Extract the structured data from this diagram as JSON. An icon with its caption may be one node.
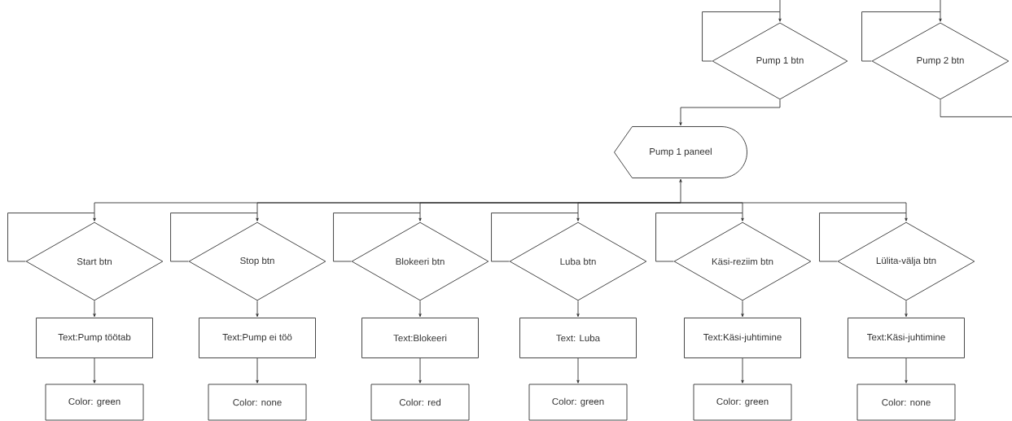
{
  "diagram": {
    "nodes": [
      {
        "text": [
          "Pump 1 btn"
        ]
      },
      {
        "text": [
          "Pump 2 btn"
        ]
      },
      {
        "text": [
          "Pump 1 paneel"
        ]
      },
      {
        "text": [
          "Start btn"
        ]
      },
      {
        "text": [
          "Stop btn"
        ]
      },
      {
        "text": [
          "Blokeeri btn"
        ]
      },
      {
        "text": [
          "Luba btn"
        ]
      },
      {
        "text": [
          "Käsi-reziim btn"
        ]
      },
      {
        "text": [
          "Lülita-välja btn"
        ]
      },
      {
        "text": [
          "Text:Pump töötab"
        ]
      },
      {
        "text": [
          "Text:Pump ei töö"
        ]
      },
      {
        "text": [
          "Text:Blokeeri"
        ]
      },
      {
        "text": [
          "Text: Luba"
        ]
      },
      {
        "text": [
          "Text:Käsi-juhtimine"
        ]
      },
      {
        "text": [
          "Text:Käsi-juhtimine"
        ]
      },
      {
        "text": [
          "Color: green"
        ]
      },
      {
        "text": [
          "Color: none"
        ]
      },
      {
        "text": [
          "Color: red"
        ]
      },
      {
        "text": [
          "Color: green"
        ]
      },
      {
        "text": [
          "Color: green"
        ]
      },
      {
        "text": [
          "Color: none"
        ]
      }
    ],
    "edges": [
      {
        "from": null,
        "to": 0,
        "arrow": "to"
      },
      {
        "from": 0,
        "to": 0,
        "arrow": "to"
      },
      {
        "from": null,
        "to": 1,
        "arrow": "to"
      },
      {
        "from": 1,
        "to": 1,
        "arrow": "to"
      },
      {
        "from": 1,
        "to": null,
        "arrow": "none"
      },
      {
        "from": 0,
        "to": 2,
        "arrow": "to"
      },
      {
        "from": 2,
        "to": 3,
        "arrow": "both"
      },
      {
        "from": 2,
        "to": 4,
        "arrow": "both"
      },
      {
        "from": 2,
        "to": 5,
        "arrow": "both"
      },
      {
        "from": 2,
        "to": 6,
        "arrow": "both"
      },
      {
        "from": 2,
        "to": 7,
        "arrow": "both"
      },
      {
        "from": 2,
        "to": 8,
        "arrow": "both"
      },
      {
        "from": 3,
        "to": 3,
        "arrow": "to"
      },
      {
        "from": 4,
        "to": 4,
        "arrow": "to"
      },
      {
        "from": 5,
        "to": 5,
        "arrow": "to"
      },
      {
        "from": 6,
        "to": 6,
        "arrow": "to"
      },
      {
        "from": 7,
        "to": 7,
        "arrow": "to"
      },
      {
        "from": 8,
        "to": 8,
        "arrow": "to"
      },
      {
        "from": 3,
        "to": 9,
        "arrow": "to"
      },
      {
        "from": 4,
        "to": 10,
        "arrow": "to"
      },
      {
        "from": 5,
        "to": 11,
        "arrow": "to"
      },
      {
        "from": 6,
        "to": 12,
        "arrow": "to"
      },
      {
        "from": 7,
        "to": 13,
        "arrow": "to"
      },
      {
        "from": 8,
        "to": 14,
        "arrow": "to"
      },
      {
        "from": 9,
        "to": 15,
        "arrow": "to"
      },
      {
        "from": 10,
        "to": 16,
        "arrow": "to"
      },
      {
        "from": 11,
        "to": 17,
        "arrow": "to"
      },
      {
        "from": 12,
        "to": 18,
        "arrow": "to"
      },
      {
        "from": 13,
        "to": 19,
        "arrow": "to"
      },
      {
        "from": 14,
        "to": 20,
        "arrow": "to"
      }
    ]
  }
}
